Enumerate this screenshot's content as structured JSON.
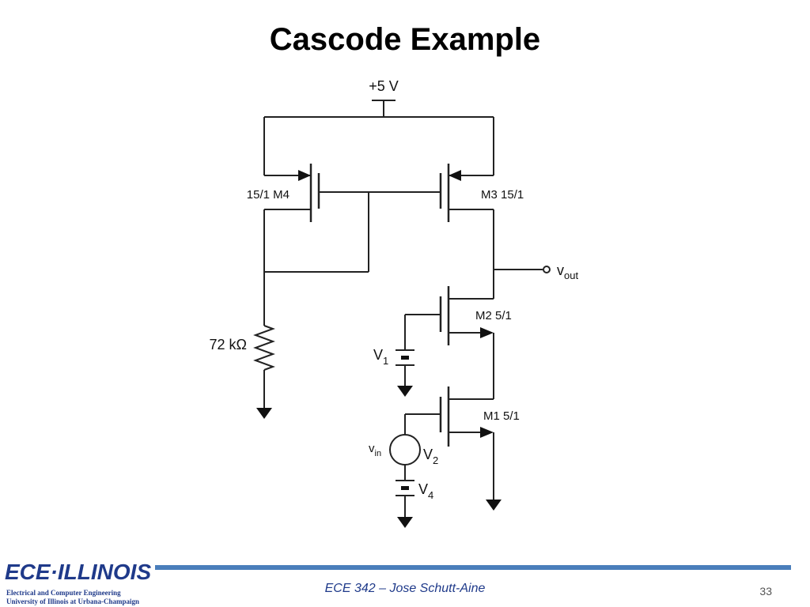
{
  "slide": {
    "title": "Cascode Example",
    "footer_course": "ECE 342 – Jose Schutt-Aine",
    "page_number": "33"
  },
  "logo": {
    "name": "ECE·ILLINOIS",
    "line1": "Electrical and Computer Engineering",
    "line2": "University of Illinois at Urbana-Champaign"
  },
  "colors": {
    "accent": "#4a7ebb",
    "logo": "#1f3a8a"
  },
  "circuit": {
    "supply": "+5 V",
    "resistor": "72 kΩ",
    "m4": "15/1 M4",
    "m3": "M3 15/1",
    "m2": "M2 5/1",
    "m1": "M1 5/1",
    "vout_main": "v",
    "vout_sub": "out",
    "v1_main": "V",
    "v1_sub": "1",
    "vin_main": "v",
    "vin_sub": "in",
    "v2_main": "V",
    "v2_sub": "2",
    "v4_main": "V",
    "v4_sub": "4"
  }
}
